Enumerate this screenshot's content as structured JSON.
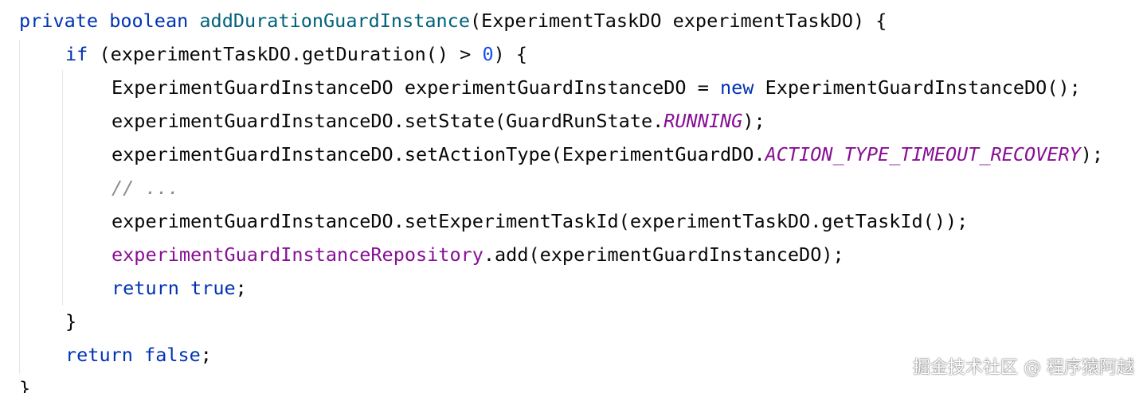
{
  "code": {
    "line1": {
      "kw_private": "private",
      "kw_boolean": "boolean",
      "method_name": "addDurationGuardInstance",
      "rest": "(ExperimentTaskDO experimentTaskDO) {"
    },
    "line2": {
      "kw_if": "if",
      "pre": " (experimentTaskDO.getDuration() > ",
      "num": "0",
      "post": ") {"
    },
    "line3": {
      "pre": "ExperimentGuardInstanceDO experimentGuardInstanceDO = ",
      "kw_new": "new",
      "post": " ExperimentGuardInstanceDO();"
    },
    "line4": {
      "pre": "experimentGuardInstanceDO.setState(GuardRunState.",
      "const": "RUNNING",
      "post": ");"
    },
    "line5": {
      "pre": "experimentGuardInstanceDO.setActionType(ExperimentGuardDO.",
      "const": "ACTION_TYPE_TIMEOUT_RECOVERY",
      "post": ");"
    },
    "line6": {
      "comment": "// ..."
    },
    "line7": {
      "text": "experimentGuardInstanceDO.setExperimentTaskId(experimentTaskDO.getTaskId());"
    },
    "line8": {
      "field": "experimentGuardInstanceRepository",
      "post": ".add(experimentGuardInstanceDO);"
    },
    "line9": {
      "kw_return": "return",
      "kw_true": "true",
      "post": ";"
    },
    "line10": {
      "text": "}"
    },
    "line11": {
      "kw_return": "return",
      "kw_false": "false",
      "post": ";"
    },
    "line12": {
      "text": "}"
    }
  },
  "watermark": "掘金技术社区 @ 程序猿阿越",
  "colors": {
    "keyword": "#0033b3",
    "method_declaration": "#00627a",
    "number": "#1750eb",
    "static_constant": "#871094",
    "field": "#871094",
    "comment": "#8c8c8c",
    "text": "#080808",
    "background": "#ffffff"
  }
}
